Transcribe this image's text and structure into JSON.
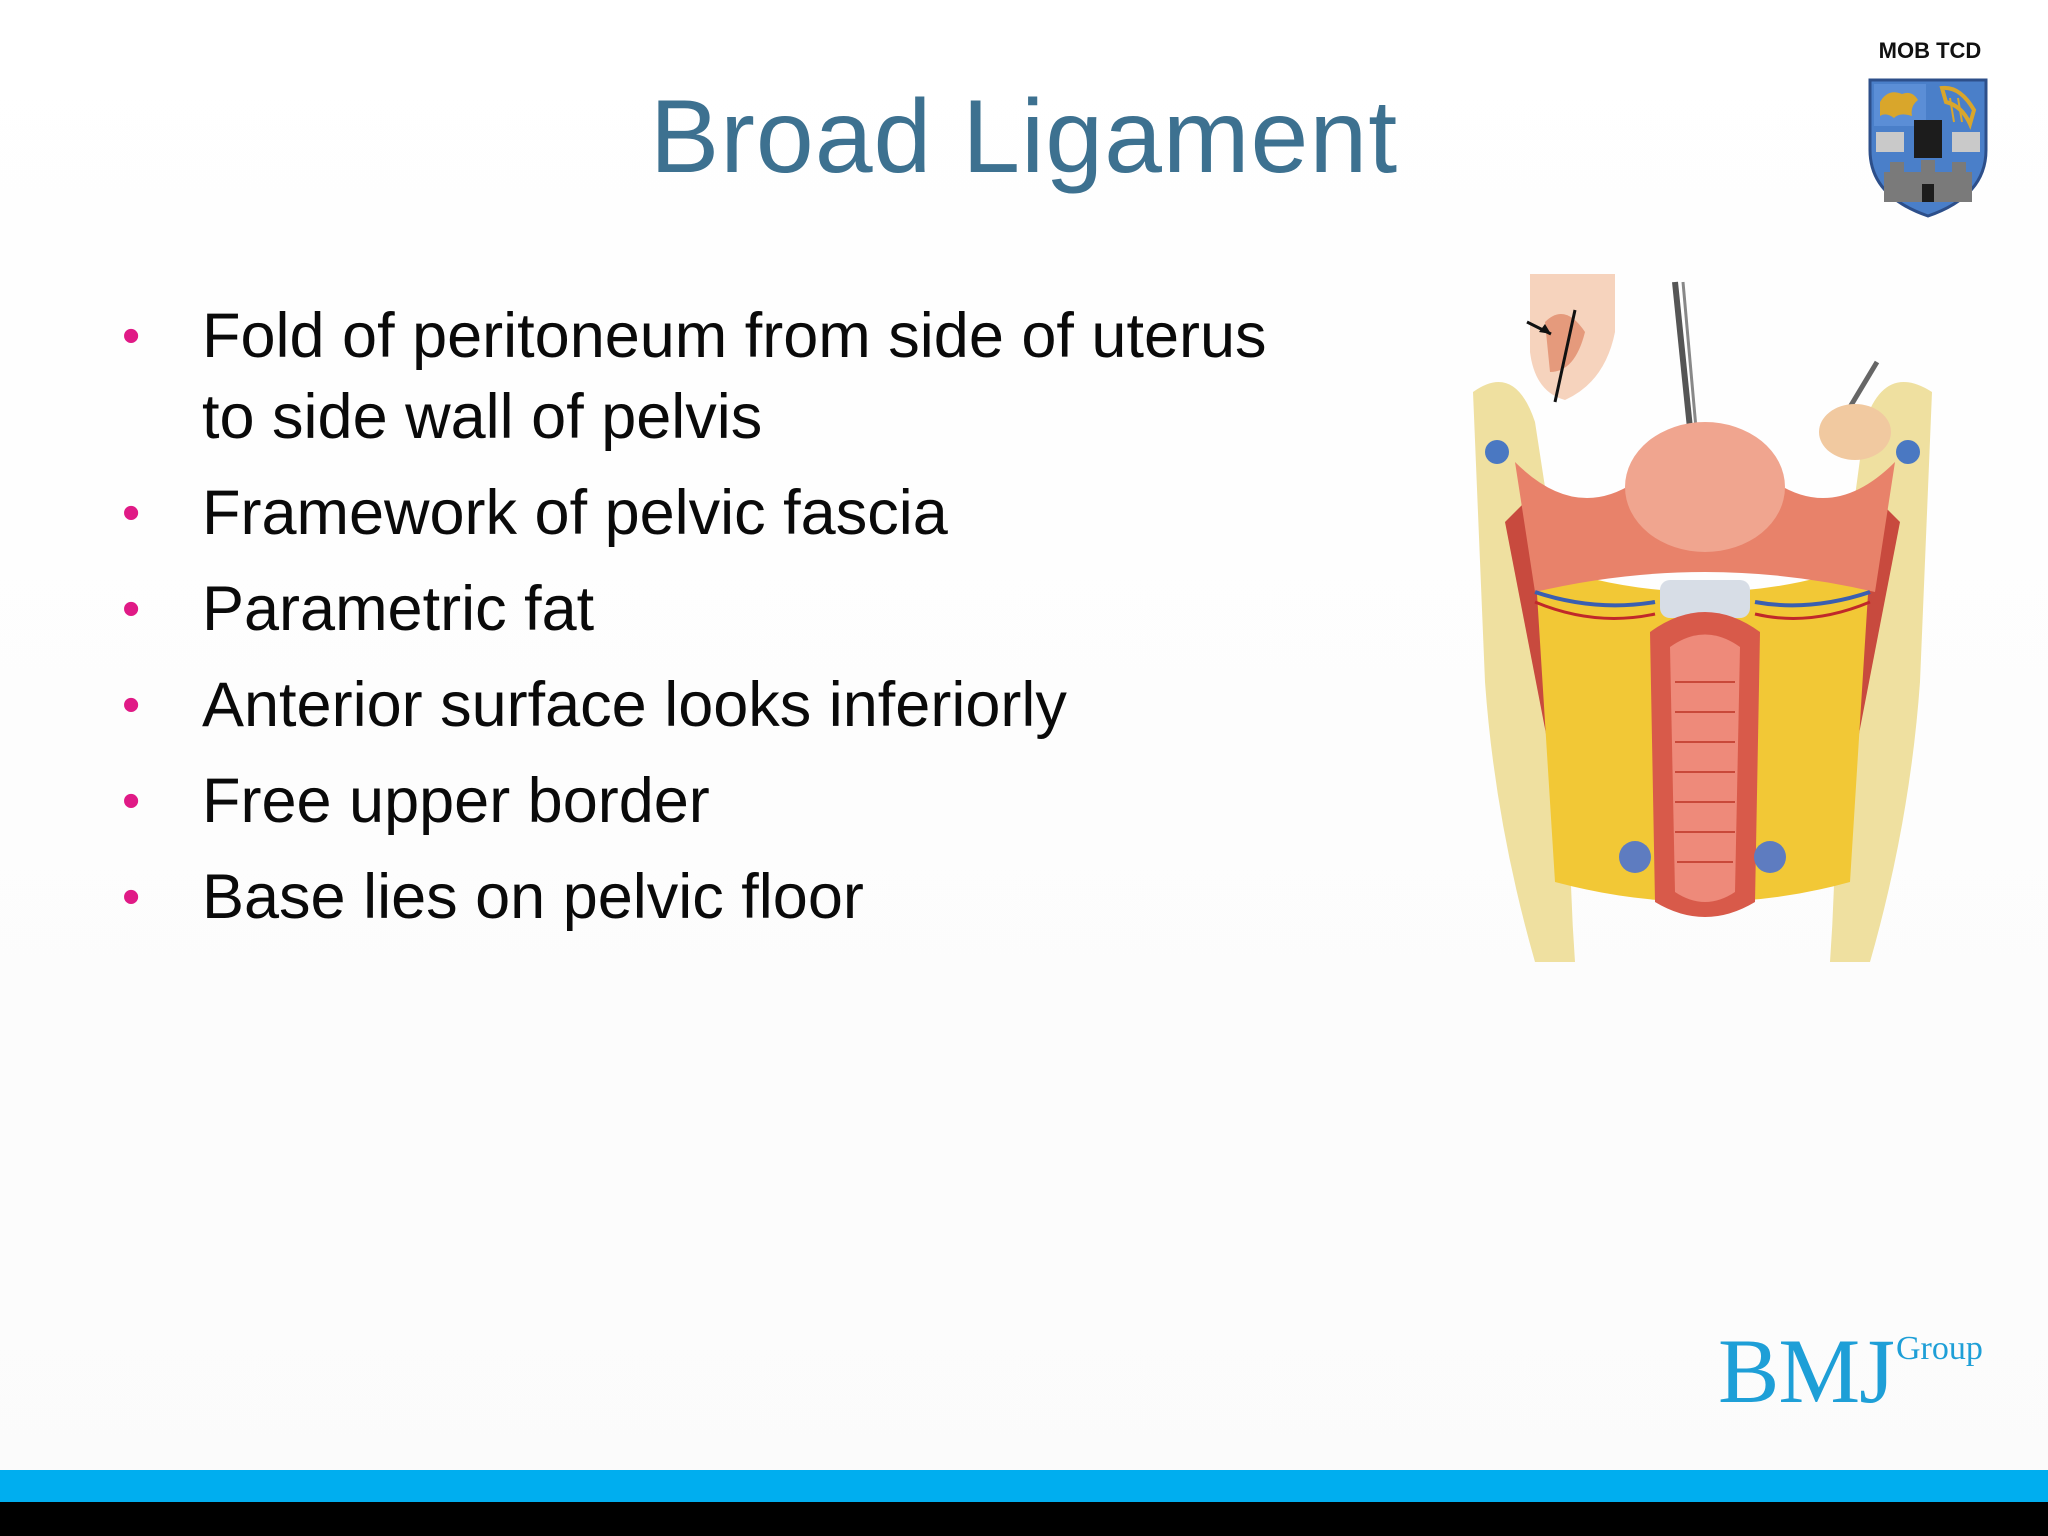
{
  "header": {
    "tag": "MOB TCD"
  },
  "slide": {
    "title": "Broad Ligament",
    "bullets": [
      {
        "line1": "Fold of peritoneum from side of uterus",
        "line2": "to side wall of pelvis"
      },
      {
        "line1": "Framework of pelvic fascia"
      },
      {
        "line1": "Parametric fat"
      },
      {
        "line1": "Anterior surface looks inferiorly"
      },
      {
        "line1": "Free upper border"
      },
      {
        "line1": "Base lies on pelvic floor"
      }
    ],
    "bullet_glyph": "•"
  },
  "logo": {
    "main": "BMJ",
    "sup": "Group"
  },
  "colors": {
    "title": "#3d7190",
    "bullet": "#e01a86",
    "brand": "#1e9fd7",
    "footer_blue": "#00aeef",
    "footer_black": "#000000"
  }
}
